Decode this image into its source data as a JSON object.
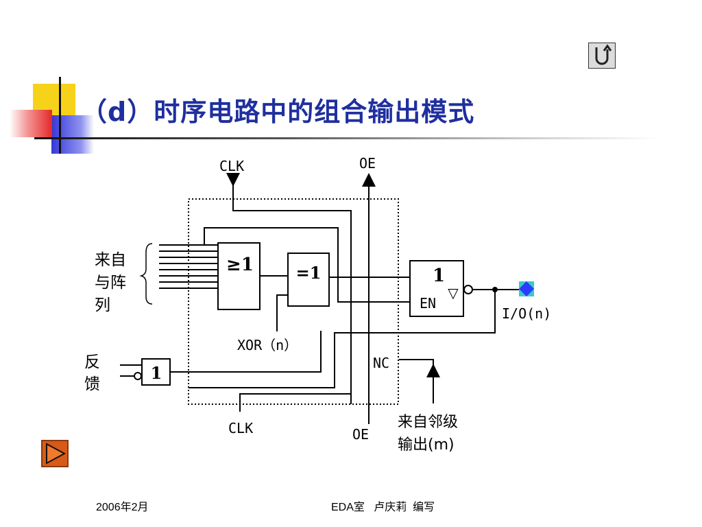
{
  "slide": {
    "title": "（d）时序电路中的组合输出模式",
    "footer_date": "2006年2月",
    "footer_author": "EDA室   卢庆莉  编写"
  },
  "nav": {
    "return_icon": "u-turn-return-icon",
    "play_icon": "play-triangle-icon"
  },
  "diagram": {
    "label_clk_top": "CLK",
    "label_oe_top": "OE",
    "label_from_array": [
      "来自",
      "与阵",
      "列"
    ],
    "gate_or": "≥1",
    "gate_xor": "=1",
    "gate_buffer": "1",
    "gate_buffer_en": "EN",
    "gate_buffer_tri": "▽",
    "label_io": "I/O(n)",
    "label_xor": "XOR（n）",
    "label_feedback": [
      "反",
      "馈"
    ],
    "gate_feedback": "1",
    "label_nc": "NC",
    "label_clk_bottom": "CLK",
    "label_oe_bottom": "OE",
    "label_from_neighbor": [
      "来自邻级",
      "输出(m)"
    ]
  },
  "colors": {
    "title": "#1f2f9f",
    "io_pin": "#2a3cff",
    "io_pin_bg": "#3cc8c8",
    "play_fill": "#e0601a"
  }
}
